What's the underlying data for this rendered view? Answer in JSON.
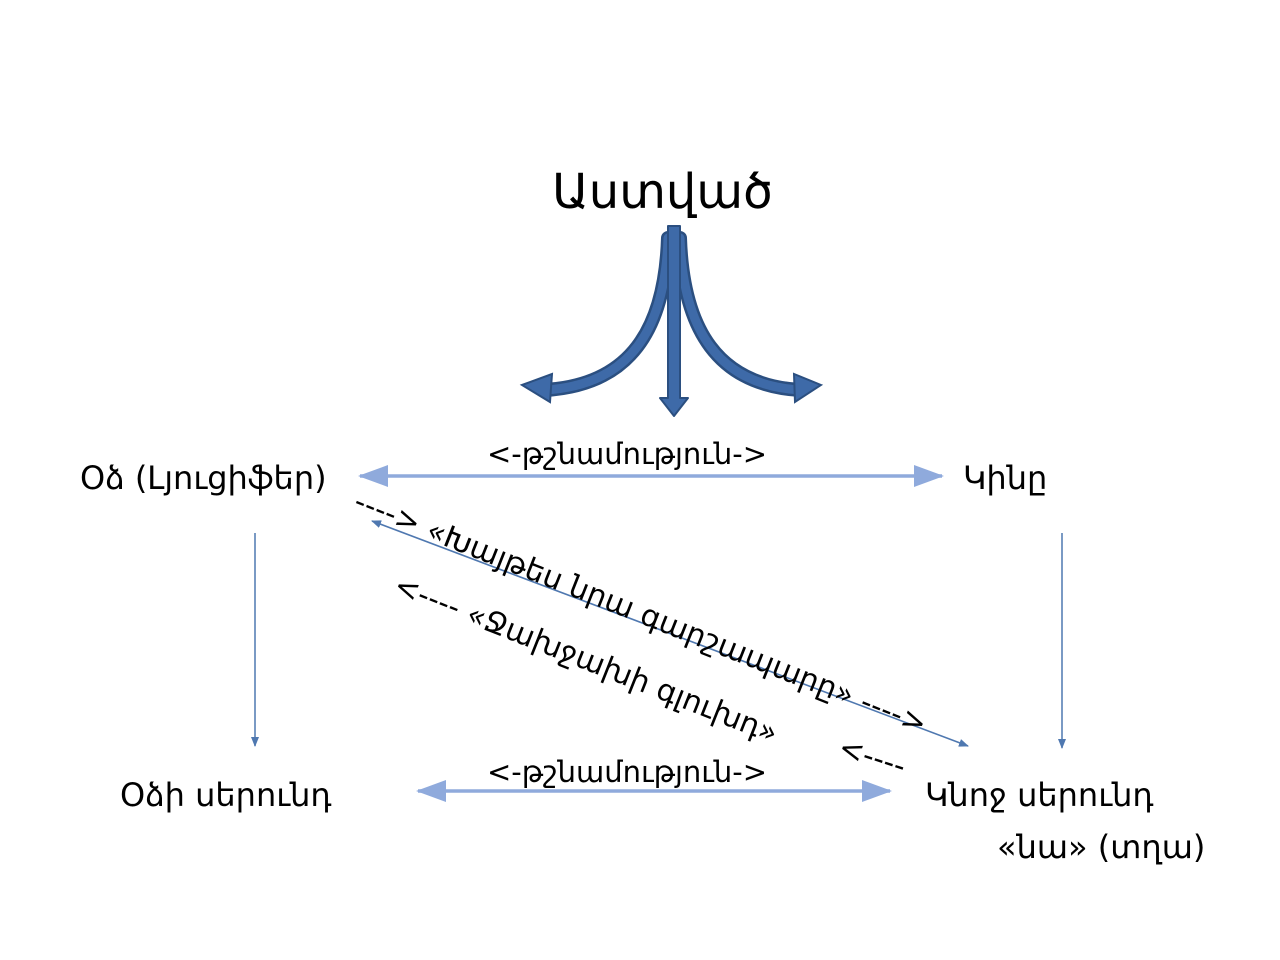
{
  "nodes": {
    "god": "Աստված",
    "serpent": "Օձ (Լյուցիֆեր)",
    "woman": "Կինը",
    "serpent_seed": "Օձի սերունդ",
    "woman_seed": "Կնոջ սերունդ",
    "woman_seed_sub": "«նա» (տղա)"
  },
  "relations": {
    "enmity_top": "<-թշնամություն->",
    "enmity_bottom": "<-թշնամություն->",
    "bruise_head": "----> «Խայթես նրա գարշապարը» ---->",
    "crush_head": "<---- «Ջախջախի գլուխդ»",
    "crush_tail": "<----"
  },
  "colors": {
    "light_arrow": "#8FAADC",
    "dark_arrow": "#4F78B0",
    "god_arrow_fill": "#3E6AA8",
    "god_arrow_stroke": "#2B4F80"
  }
}
